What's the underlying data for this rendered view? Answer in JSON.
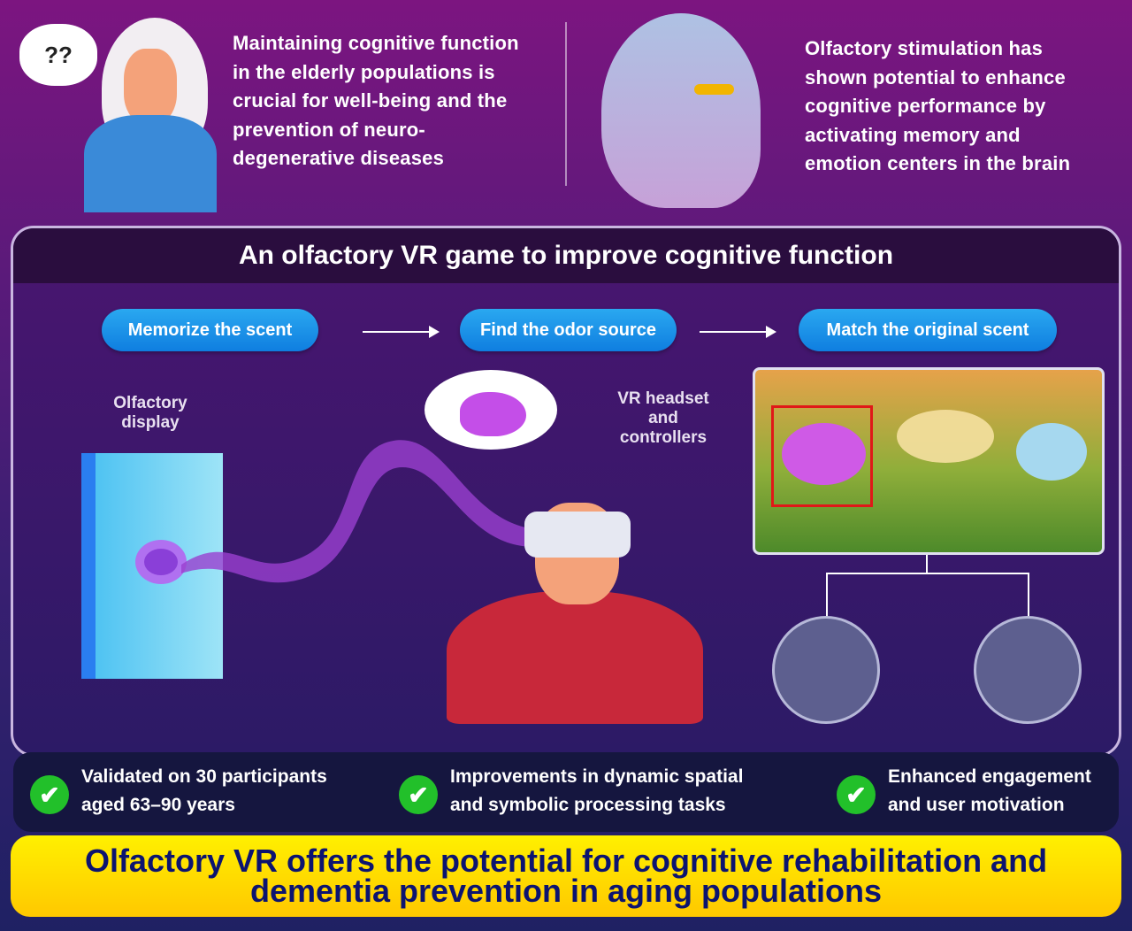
{
  "top": {
    "left_text": "Maintaining cognitive function in the elderly populations is crucial for well-being and the prevention of neuro-degenerative diseases",
    "thought_bubble": "??",
    "right_text": "Olfactory stimulation has shown potential to enhance cognitive performance by activating memory and emotion centers in the brain"
  },
  "panel": {
    "title": "An olfactory VR game to improve cognitive function",
    "steps": [
      "Memorize the scent",
      "Find the odor source",
      "Match the original scent"
    ],
    "olfactory_label": "Olfactory display",
    "vr_label": "VR headset and controllers"
  },
  "results": [
    "Validated on 30 participants aged 63–90 years",
    "Improvements in dynamic spatial and symbolic processing tasks",
    "Enhanced engagement and user motivation"
  ],
  "conclusion": "Olfactory VR offers the potential for cognitive rehabilitation and dementia prevention in aging populations",
  "colors": {
    "pill": "#1a90e8",
    "banner": "#ffe000",
    "banner_text": "#0c1470",
    "check": "#22c02a"
  }
}
